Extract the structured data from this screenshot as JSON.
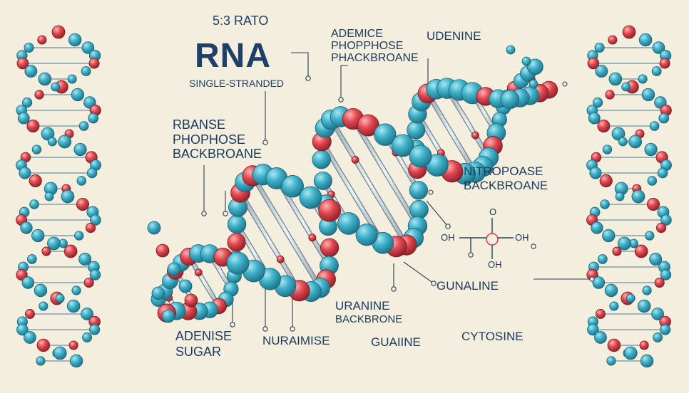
{
  "header": {
    "ratio": "5:3 RATO",
    "title": "RNA",
    "subtitle": "SINGLE-STRANDED"
  },
  "labels": {
    "top_center": [
      "ADEMICE",
      "PHOPPHOSE",
      "PHACKBROANE"
    ],
    "top_right": "UDENINE",
    "left_mid": [
      "RBANSE",
      "PHOPHOSE",
      "BACKBROANE"
    ],
    "right_mid": [
      "NITROPOASE",
      "BACKBROANE"
    ],
    "bottom_left": [
      "ADENISE",
      "SUGAR"
    ],
    "bottom_nuraimise": "NURAIMISE",
    "bottom_uranine": [
      "URANINE",
      "BACKBRONE"
    ],
    "bottom_guaiine": "GUAIINE",
    "right_gunaline": "GUNALINE",
    "bottom_cytosine": "CYTOSINE"
  },
  "chem_formula": {
    "oh_left": "OH",
    "oh_right": "OH",
    "oh_bottom": "OH",
    "o_top": "O"
  },
  "colors": {
    "background": "#f3eedd",
    "teal_bead": "#3aa6bd",
    "red_bead": "#d8434d",
    "text": "#1d3a5c",
    "rung": "#c9d3d8"
  }
}
